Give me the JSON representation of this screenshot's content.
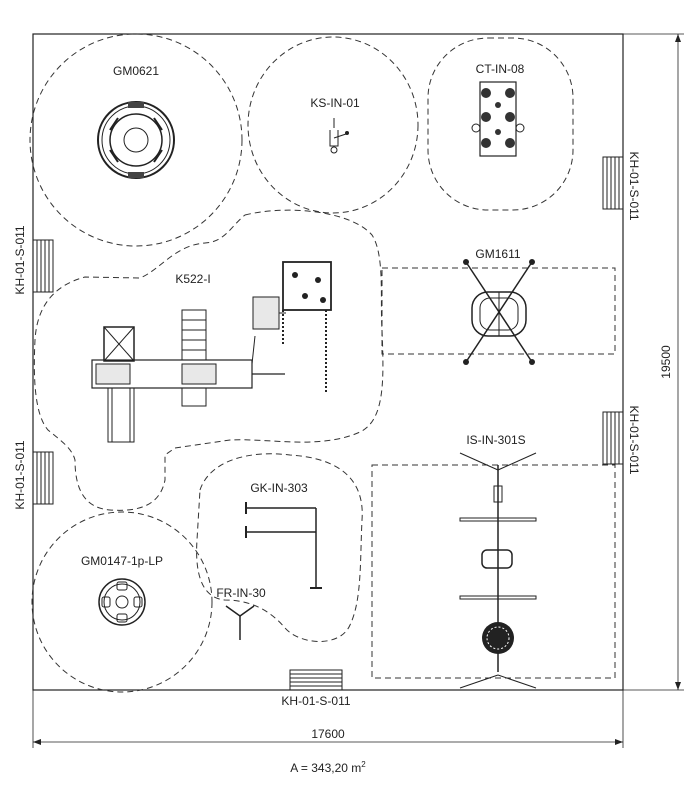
{
  "items": {
    "gm0621": "GM0621",
    "ks_in_01": "KS-IN-01",
    "ct_in_08": "CT-IN-08",
    "k522": "K522-I",
    "gm1611": "GM1611",
    "is_in_301s": "IS-IN-301S",
    "gk_in_303": "GK-IN-303",
    "gm0147": "GM0147-1p-LP",
    "fr_in_30": "FR-IN-30"
  },
  "benches": {
    "right_top": "KH-01-S-011",
    "right_mid": "KH-01-S-011",
    "left_top": "KH-01-S-011",
    "left_mid": "KH-01-S-011",
    "bottom": "KH-01-S-011"
  },
  "dimensions": {
    "width": "17600",
    "height": "19500"
  },
  "area": {
    "label": "A = 343,20 m",
    "unit_sup": "2"
  }
}
